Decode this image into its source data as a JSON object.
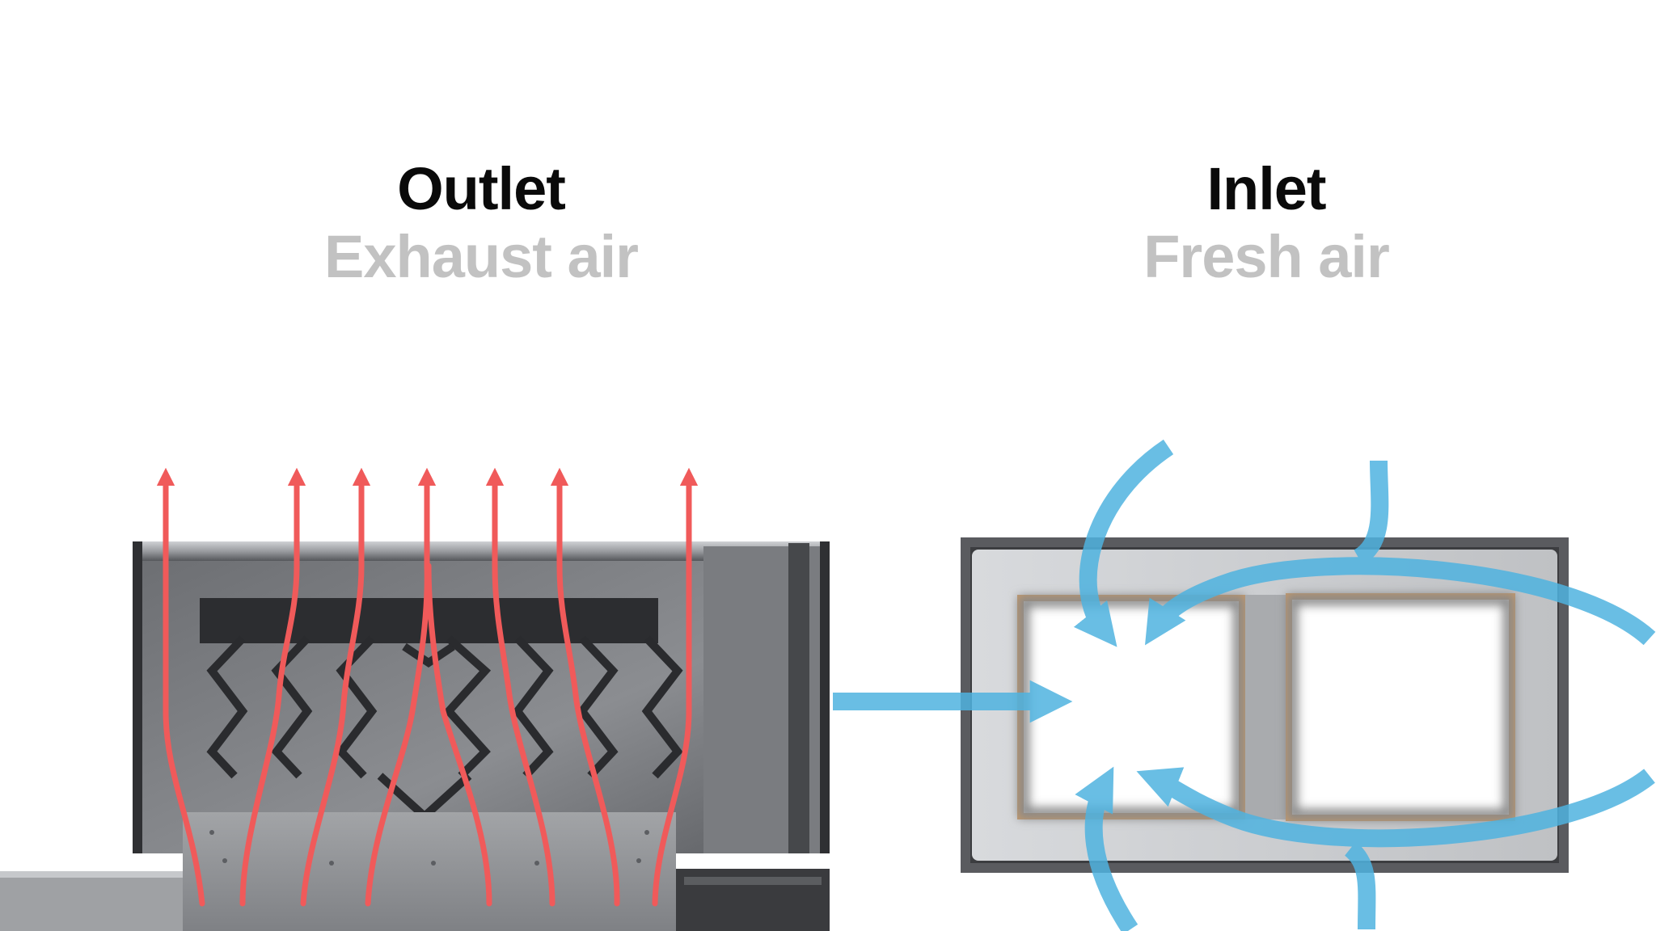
{
  "outlet": {
    "title": "Outlet",
    "subtitle": "Exhaust air"
  },
  "inlet": {
    "title": "Inlet",
    "subtitle": "Fresh air"
  },
  "colors": {
    "exhaust_arrow": "#f05a5a",
    "fresh_arrow": "#4fb3e0",
    "housing_dark": "#3a3b3e",
    "housing_mid": "#7d7f83",
    "housing_light": "#b9bbbe",
    "frame_wood": "#c79a6a"
  }
}
